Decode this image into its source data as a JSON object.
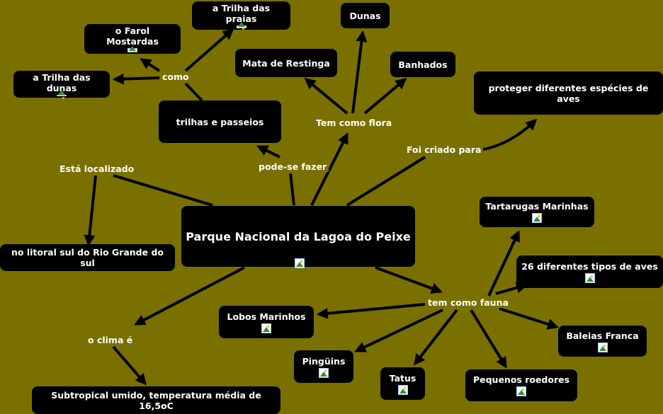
{
  "colors": {
    "background": "#7a7000",
    "node": "#000000",
    "text": "#ffffff"
  },
  "nodes": {
    "main": "Parque Nacional da Lagoa do Peixe",
    "litoral": "no litoral sul do Rio Grande do sul",
    "trilhas": "trilhas e passeios",
    "trilha_praias": "a Trilha das praias",
    "farol": "o Farol Mostardas",
    "trilha_dunas": "a Trilha das dunas",
    "dunas": "Dunas",
    "mata": "Mata de Restinga",
    "banhados": "Banhados",
    "proteger": "proteger diferentes espécies de aves",
    "tartarugas": "Tartarugas Marinhas",
    "tipos_aves": "26 diferentes tipos de aves",
    "baleias": "Baleias Franca",
    "roedores": "Pequenos roedores",
    "tatus": "Tatus",
    "pinguins": "Pingüins",
    "lobos": "Lobos Marinhos",
    "subtropical": "Subtropical umido, temperatura média de 16,5oC"
  },
  "labels": {
    "localizado": "Está localizado",
    "pode_fazer": "pode-se fazer",
    "como": "como",
    "flora": "Tem como flora",
    "criado": "Foi criado para",
    "fauna": "tem como fauna",
    "clima": "o clima é"
  },
  "icons": [
    "resource-image-icon"
  ]
}
